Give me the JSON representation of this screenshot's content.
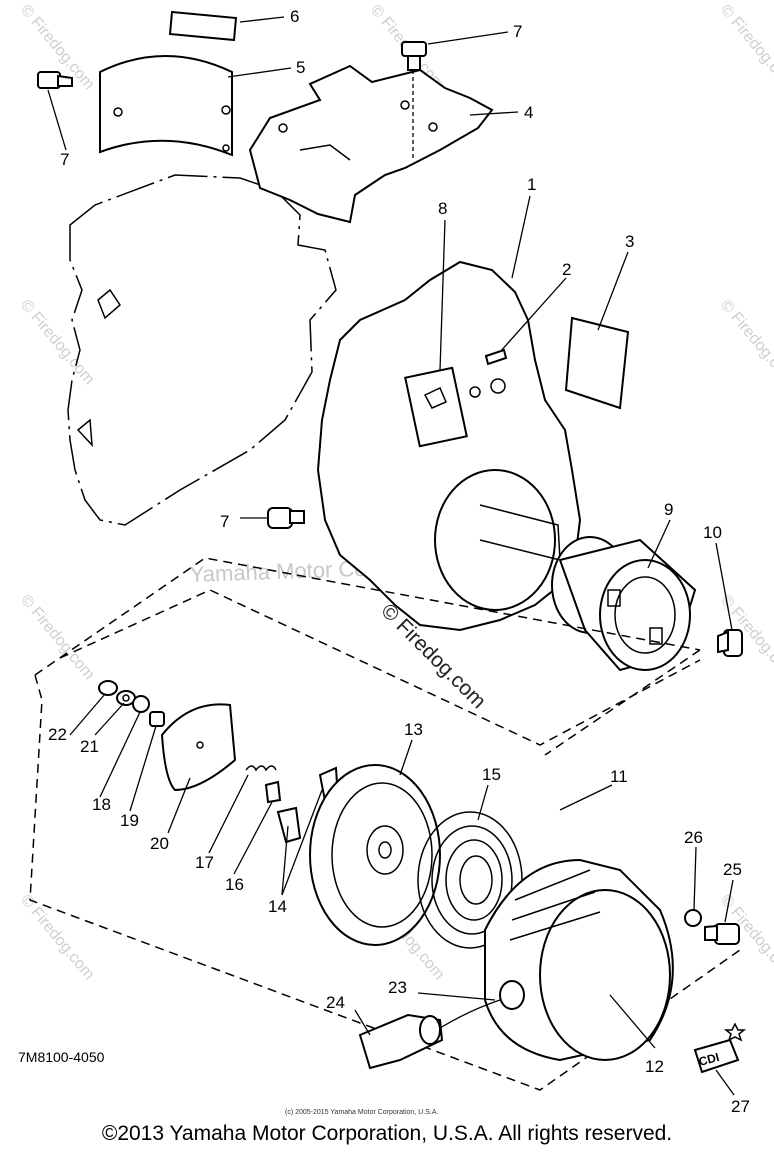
{
  "watermarks": {
    "firedog": "© Firedog.com",
    "yamaha": "Yamaha Motor Corp, U.S.A."
  },
  "diagram_code": "7M8100-4050",
  "small_copyright": "(c) 2005-2015 Yamaha Motor Corporation, U.S.A.",
  "footer_copyright": "©2013 Yamaha Motor Corporation, U.S.A. All rights reserved.",
  "callouts": {
    "c1": "1",
    "c2": "2",
    "c3": "3",
    "c4": "4",
    "c5": "5",
    "c6": "6",
    "c7a": "7",
    "c7b": "7",
    "c7c": "7",
    "c8": "8",
    "c9": "9",
    "c10": "10",
    "c11": "11",
    "c12": "12",
    "c13": "13",
    "c14": "14",
    "c15": "15",
    "c16": "16",
    "c17": "17",
    "c18": "18",
    "c19": "19",
    "c20": "20",
    "c21": "21",
    "c22": "22",
    "c23": "23",
    "c24": "24",
    "c25": "25",
    "c26": "26",
    "c27": "27"
  },
  "cdi_badge": "CDI"
}
